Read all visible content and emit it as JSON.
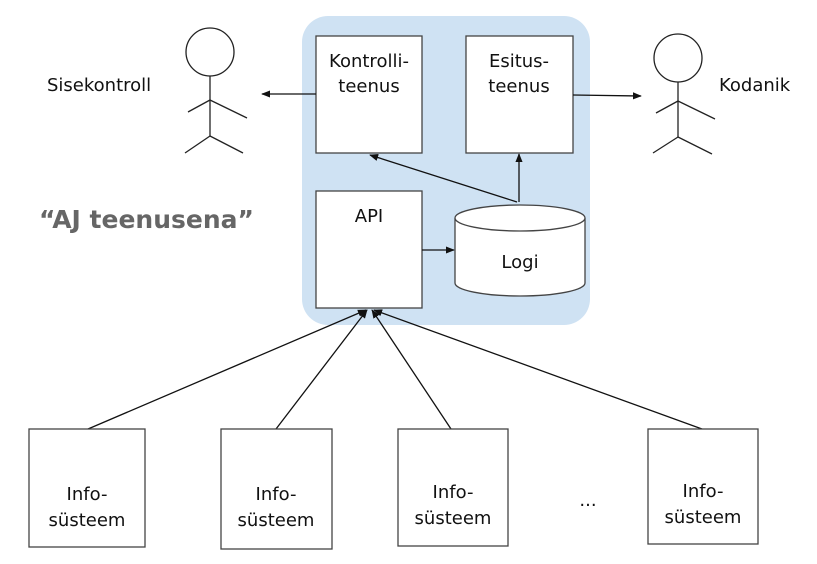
{
  "title": "“AJ teenusena”",
  "colors": {
    "container_fill": "#cfe2f3",
    "box_stroke": "#444444",
    "title_color": "#666666"
  },
  "actors": {
    "left": {
      "label": "Sisekontroll"
    },
    "right": {
      "label": "Kodanik"
    }
  },
  "services": {
    "control": {
      "line1": "Kontrolli-",
      "line2": "teenus"
    },
    "presentation": {
      "line1": "Esitus-",
      "line2": "teenus"
    },
    "api": {
      "label": "API"
    },
    "log": {
      "label": "Logi"
    }
  },
  "sources": [
    {
      "line1": "Info-",
      "line2": "süsteem"
    },
    {
      "line1": "Info-",
      "line2": "süsteem"
    },
    {
      "line1": "Info-",
      "line2": "süsteem"
    },
    {
      "line1": "Info-",
      "line2": "süsteem"
    }
  ],
  "ellipsis": "..."
}
